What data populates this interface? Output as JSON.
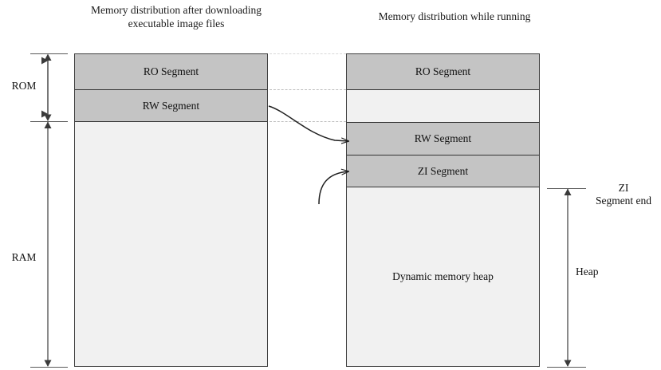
{
  "diagram": {
    "left_panel": {
      "title": "Memory distribution after downloading executable image files",
      "segments": [
        {
          "label": "RO Segment",
          "fill": "#c4c4c4"
        },
        {
          "label": "RW Segment",
          "fill": "#c4c4c4"
        },
        {
          "label": "",
          "fill": "#f1f1f1"
        }
      ]
    },
    "right_panel": {
      "title": "Memory distribution while running",
      "segments": [
        {
          "label": "RO Segment",
          "fill": "#c4c4c4"
        },
        {
          "label": "",
          "fill": "#f1f1f1"
        },
        {
          "label": "RW Segment",
          "fill": "#c4c4c4"
        },
        {
          "label": "ZI Segment",
          "fill": "#c4c4c4"
        },
        {
          "label": "Dynamic memory heap",
          "fill": "#f1f1f1"
        }
      ]
    },
    "left_measures": [
      {
        "name": "ROM",
        "label": "ROM"
      },
      {
        "name": "RAM",
        "label": "RAM"
      }
    ],
    "right_measures": [
      {
        "name": "zi-segment-end",
        "label": "ZI\nSegment end",
        "line1": "ZI",
        "line2": "Segment end"
      },
      {
        "name": "heap",
        "label": "Heap"
      }
    ],
    "colors": {
      "segment_fill": "#c4c4c4",
      "empty_fill": "#f1f1f1",
      "border": "#404040",
      "guide": "#bdbdbd",
      "arrow": "#222222",
      "ruler": "#595959"
    },
    "arrows": [
      {
        "name": "rw-relocation-arrow",
        "from": "left RW Segment",
        "to": "right RW Segment"
      },
      {
        "name": "zi-creation-arrow",
        "from": "below",
        "to": "right ZI Segment"
      }
    ]
  }
}
